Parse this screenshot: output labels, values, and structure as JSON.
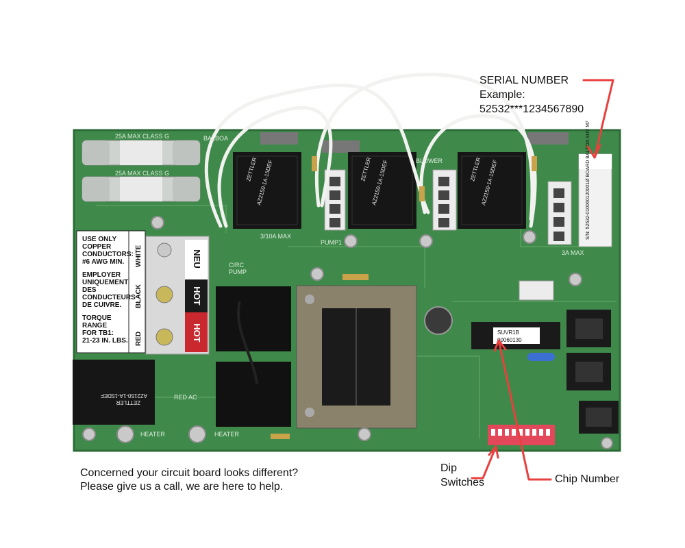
{
  "serial": {
    "title": "SERIAL NUMBER",
    "example_label": "Example:",
    "example_value": "52532***1234567890"
  },
  "callouts": {
    "dip_line1": "Dip",
    "dip_line2": "Switches",
    "chip": "Chip Number"
  },
  "note": {
    "line1": "Concerned your circuit board looks different?",
    "line2": "Please give us a call, we are here to help."
  },
  "board": {
    "warning": [
      "USE ONLY",
      "COPPER",
      "CONDUCTORS:",
      "#6 AWG MIN.",
      "",
      "EMPLOYER",
      "UNIQUEMENT",
      "DES",
      "CONDUCTEURS",
      "DE CUIVRE.",
      "",
      "TORQUE",
      "RANGE",
      "FOR TB1:",
      "21-23 IN. LBS."
    ],
    "wire_white": "WHITE",
    "wire_black": "BLACK",
    "wire_red": "RED",
    "neu": "NEU",
    "hot1": "HOT",
    "hot2": "HOT",
    "relay_brand": "ZETTLER",
    "relay_model": "AZ2150-1A-15DEF",
    "sticker": "S/N: 52532-010060120001Ø BOARD BALBOA SUV M7",
    "chip_label1": "SUVR1B",
    "chip_label2": "00060130",
    "pump1": "PUMP1",
    "blower": "BLOWER",
    "heater1": "HEATER",
    "heater2": "HEATER",
    "fuse1": "25A MAX CLASS G",
    "fuse2": "25A MAX CLASS G",
    "fuse_small": "3/10A MAX",
    "ozone": "3A MAX",
    "circ": "CIRC",
    "circ2": "PUMP",
    "red_ac": "RED AC",
    "balboa": "BALBOA"
  },
  "colors": {
    "board": "#3f8a4a",
    "board_dark": "#2c6b37",
    "arrow": "#e8403f",
    "relay": "#1a1a1a",
    "hot_red": "#c8282e"
  }
}
